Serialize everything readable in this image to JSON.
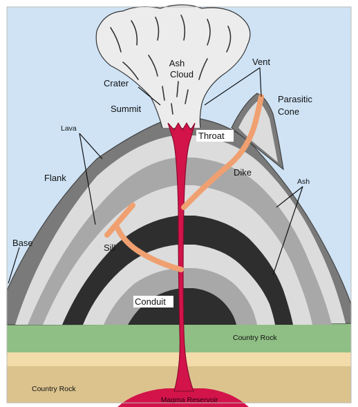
{
  "diagram": {
    "labels": {
      "ash_cloud_line1": "Ash",
      "ash_cloud_line2": "Cloud",
      "vent": "Vent",
      "crater": "Crater",
      "summit": "Summit",
      "parasitic_cone_line1": "Parasitic",
      "parasitic_cone_line2": "Cone",
      "lava": "Lava",
      "throat": "Throat",
      "flank": "Flank",
      "dike": "Dike",
      "ash": "Ash",
      "base": "Base",
      "sill": "Sill",
      "conduit": "Conduit",
      "country_rock_upper": "Country Rock",
      "country_rock_lower": "Country Rock",
      "magma_reservoir": "Magma Reservoir"
    },
    "colors": {
      "sky": "#cfe3f5",
      "ash_cloud": "#ececec",
      "layer_dark": "#7a7a7a",
      "layer_light": "#dcdcdc",
      "layer_mid": "#a8a8a8",
      "layer_black": "#2e2e2e",
      "magma": "#d2144a",
      "dike_sill": "#f0a070",
      "country_rock_green": "#8fbf84",
      "sand_layer": "#f3dcaa",
      "bedrock": "#dcc38e"
    }
  }
}
